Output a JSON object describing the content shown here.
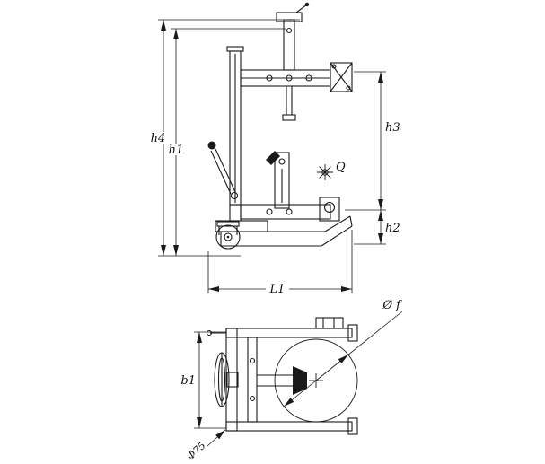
{
  "labels": {
    "h4": "h4",
    "h1": "h1",
    "h3": "h3",
    "h2": "h2",
    "L1": "L1",
    "b1": "b1",
    "load": "Q",
    "drum_diameter": "Ø f",
    "corner": "Φ75"
  },
  "colors": {
    "line": "#1a1a1a",
    "background": "#ffffff"
  }
}
